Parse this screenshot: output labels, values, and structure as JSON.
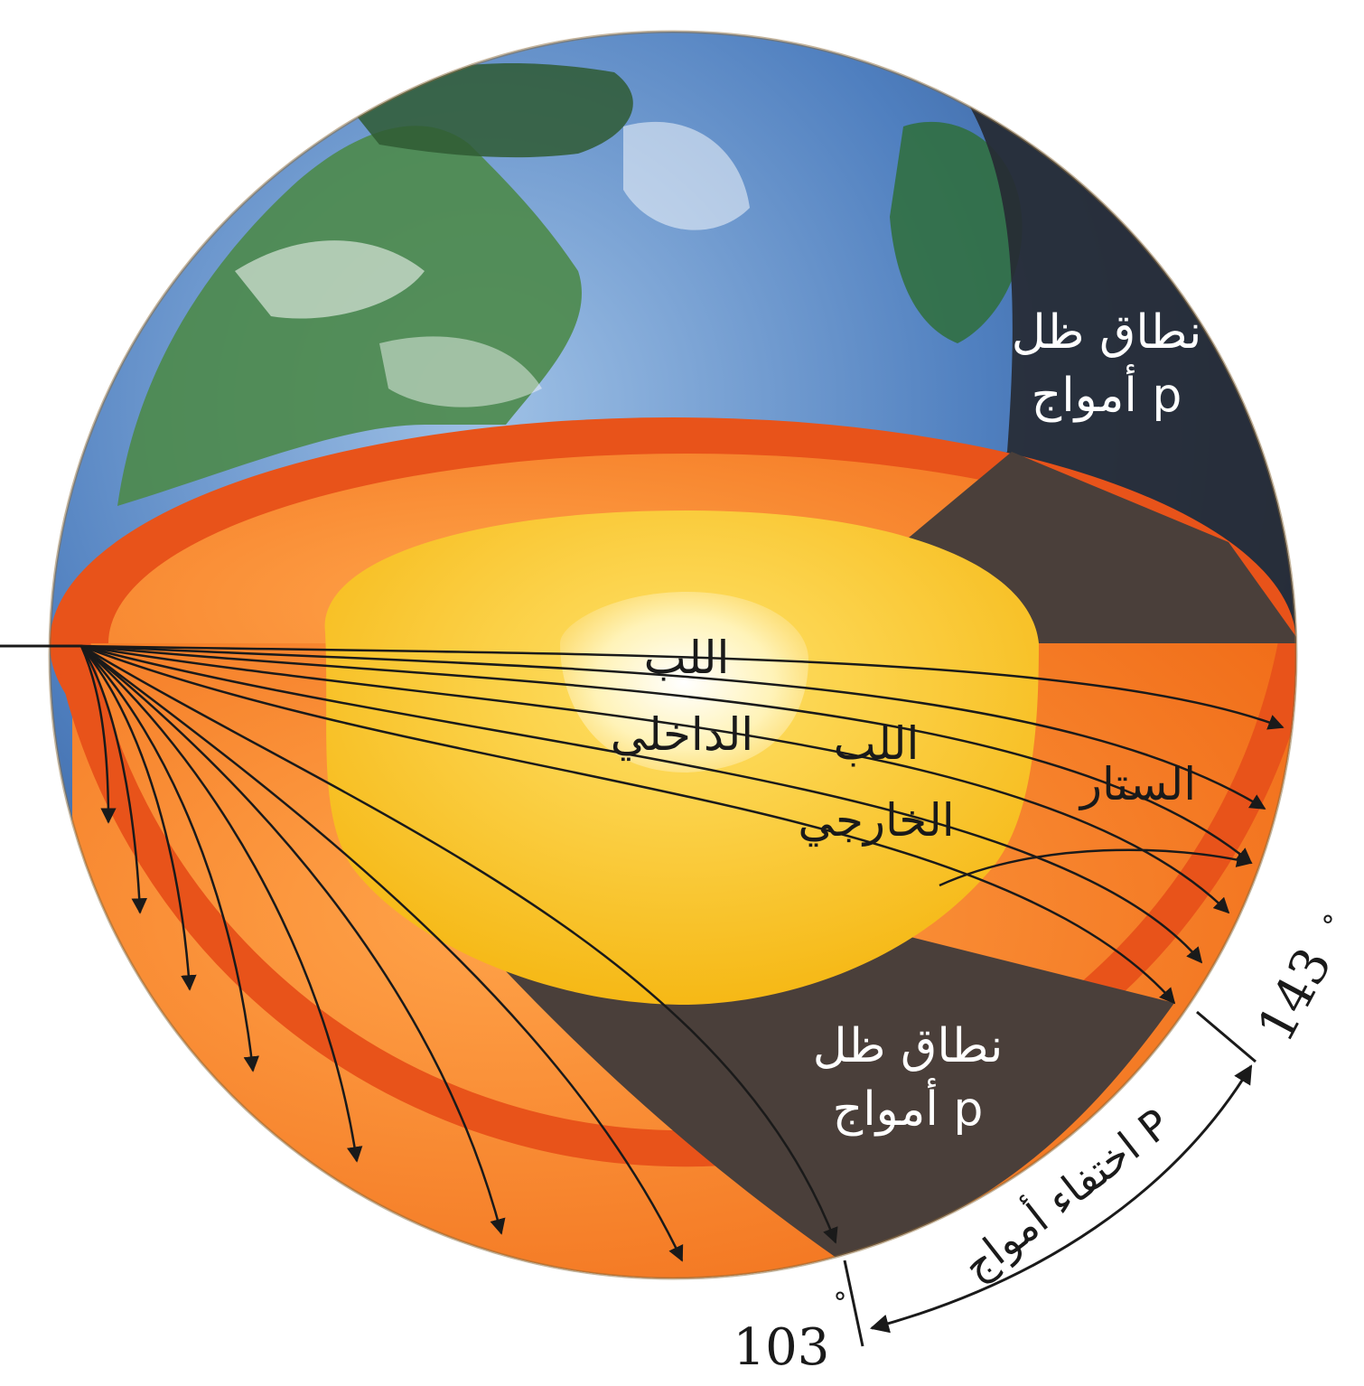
{
  "labels": {
    "inner_core_1": "اللب",
    "inner_core_2": "الداخلي",
    "outer_core_1": "اللب",
    "outer_core_2": "الخارجي",
    "mantle": "الستار",
    "shadow_upper_1": "نطاق ظل",
    "shadow_upper_2": "أمواج p",
    "shadow_lower_1": "نطاق ظل",
    "shadow_lower_2": "أمواج p",
    "disappearance": "اختفاء أمواج P"
  },
  "angles": {
    "start": "103",
    "end": "143",
    "degree_symbol": "°"
  },
  "colors": {
    "ocean": "#3d6fb0",
    "land": "#4f8a4a",
    "mantle": "#f07a1e",
    "crust_edge": "#e8531a",
    "outer_core": "#f7c21a",
    "inner_core": "#fff0b0",
    "shadow_zone": "#4a3f3a",
    "rays": "#1a1a1a"
  }
}
